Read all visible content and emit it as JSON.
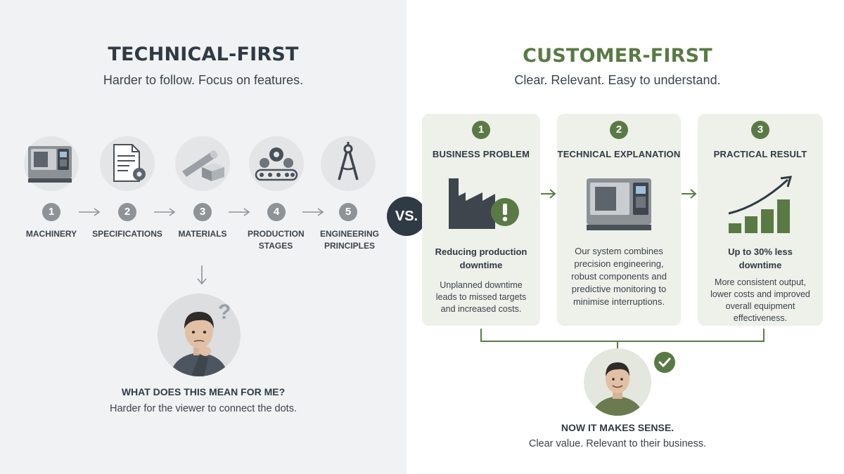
{
  "left": {
    "title": "TECHNICAL-FIRST",
    "subtitle": "Harder to follow. Focus on features.",
    "steps": [
      {
        "num": "1",
        "label": "MACHINERY",
        "icon": "cnc-machine-icon"
      },
      {
        "num": "2",
        "label": "SPECIFICATIONS",
        "icon": "spec-document-gear-icon"
      },
      {
        "num": "3",
        "label": "MATERIALS",
        "icon": "materials-bar-block-icon"
      },
      {
        "num": "4",
        "label": "PRODUCTION STAGES",
        "icon": "gears-conveyor-icon"
      },
      {
        "num": "5",
        "label": "ENGINEERING PRINCIPLES",
        "icon": "compass-icon"
      }
    ],
    "question_mark": "?",
    "question": "WHAT DOES THIS MEAN FOR ME?",
    "question_sub": "Harder for the viewer to connect the dots."
  },
  "vs_label": "VS.",
  "right": {
    "title": "CUSTOMER-FIRST",
    "subtitle": "Clear. Relevant. Easy to understand.",
    "cards": [
      {
        "num": "1",
        "title": "BUSINESS PROBLEM",
        "headline": "Reducing production downtime",
        "text": "Unplanned downtime leads to missed targets and increased costs.",
        "icon": "factory-alert-icon"
      },
      {
        "num": "2",
        "title": "TECHNICAL EXPLANATION",
        "headline": "",
        "text": "Our system combines precision engineering, robust components and predictive monitoring to minimise interruptions.",
        "icon": "cnc-machine-icon"
      },
      {
        "num": "3",
        "title": "PRACTICAL RESULT",
        "headline": "Up to 30% less downtime",
        "text": "More consistent output, lower costs and improved overall equipment effectiveness.",
        "icon": "growth-chart-icon"
      }
    ],
    "result_title": "NOW IT MAKES SENSE.",
    "result_sub": "Clear value. Relevant to their business."
  },
  "colors": {
    "dark": "#2f3a44",
    "green": "#5a7a45",
    "grey_num": "#8e9398",
    "left_bg": "#f1f2f3",
    "card_bg": "#eef0ea"
  }
}
